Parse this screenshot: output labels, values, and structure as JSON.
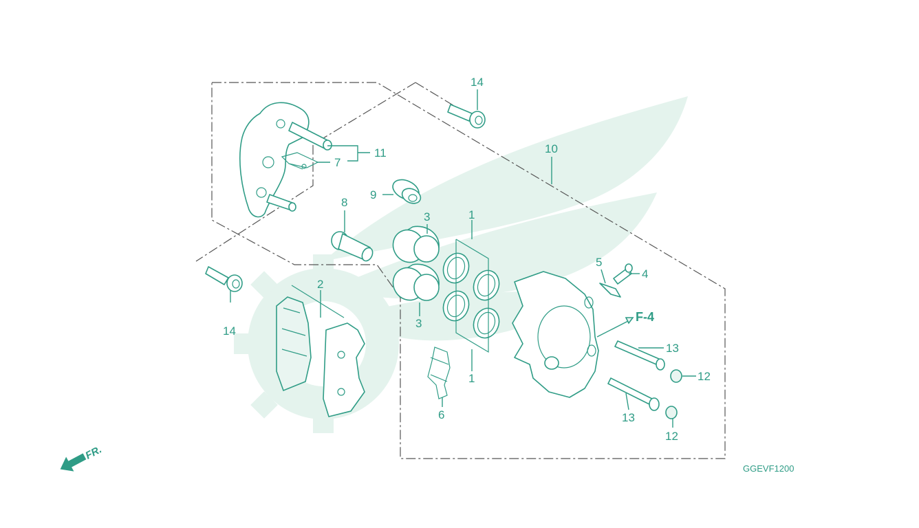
{
  "diagram": {
    "code": "GGEVF1200",
    "front_label": "FR.",
    "ref_label": "F-4",
    "callouts": {
      "c1a": "1",
      "c1b": "1",
      "c2": "2",
      "c3a": "3",
      "c3b": "3",
      "c4": "4",
      "c5": "5",
      "c6": "6",
      "c7": "7",
      "c8": "8",
      "c9": "9",
      "c10": "10",
      "c11": "11",
      "c12a": "12",
      "c12b": "12",
      "c13a": "13",
      "c13b": "13",
      "c14a": "14",
      "c14b": "14"
    }
  },
  "colors": {
    "line": "#2f9c86",
    "dash": "#555555",
    "watermark": "#e4f3ed"
  },
  "icons": [
    "front-arrow-icon",
    "honda-wing-watermark",
    "gear-watermark"
  ]
}
